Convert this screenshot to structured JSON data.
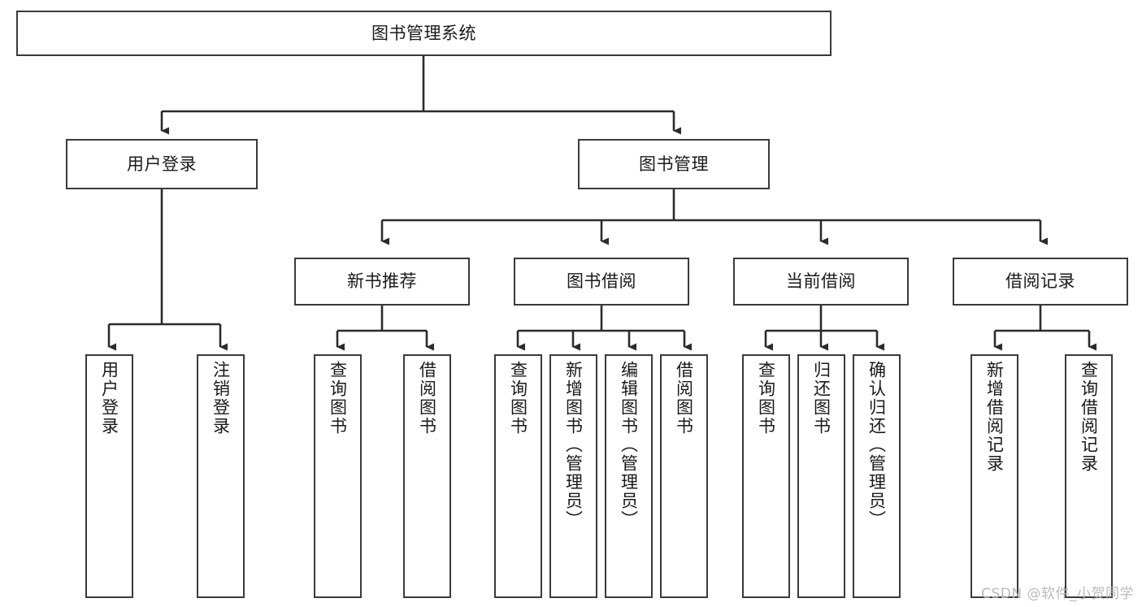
{
  "diagram": {
    "title": "图书管理系统",
    "type": "tree-hierarchy-chart",
    "colors": {
      "box_border": "#3a3a3a",
      "box_fill": "#ffffff",
      "connector": "#2b2b2b",
      "text": "#1a1a1a",
      "watermark": "#b9b9b9"
    },
    "root": {
      "label": "图书管理系统"
    },
    "level2": [
      {
        "label": "用户登录"
      },
      {
        "label": "图书管理"
      }
    ],
    "level3": [
      {
        "label": "新书推荐"
      },
      {
        "label": "图书借阅"
      },
      {
        "label": "当前借阅"
      },
      {
        "label": "借阅记录"
      }
    ],
    "leaves": {
      "user_login": [
        {
          "label": "用户登录"
        },
        {
          "label": "注销登录"
        }
      ],
      "new_book_recommend": [
        {
          "label": "查询图书"
        },
        {
          "label": "借阅图书"
        }
      ],
      "book_borrow": [
        {
          "label": "查询图书"
        },
        {
          "label": "新增图书（管理员）"
        },
        {
          "label": "编辑图书（管理员）"
        },
        {
          "label": "借阅图书"
        }
      ],
      "current_borrow": [
        {
          "label": "查询图书"
        },
        {
          "label": "归还图书"
        },
        {
          "label": "确认归还（管理员）"
        }
      ],
      "borrow_record": [
        {
          "label": "新增借阅记录"
        },
        {
          "label": "查询借阅记录"
        }
      ]
    }
  },
  "watermark": {
    "text": "CSDN @软件_小贺同学"
  }
}
